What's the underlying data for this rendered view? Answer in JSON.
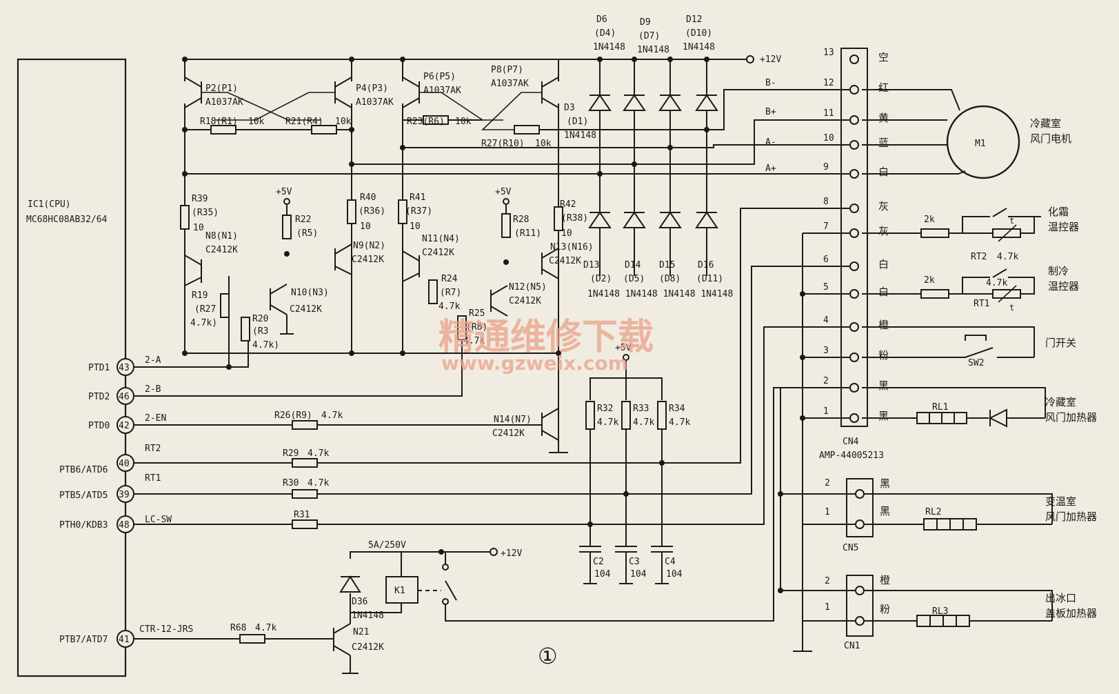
{
  "ic": {
    "ref": "IC1(CPU)",
    "part": "MC68HC08AB32/64"
  },
  "pins": [
    {
      "name": "PTD1",
      "num": "43",
      "net": "2-A"
    },
    {
      "name": "PTD2",
      "num": "46",
      "net": "2-B"
    },
    {
      "name": "PTD0",
      "num": "42",
      "net": "2-EN"
    },
    {
      "name": "PTB6/ATD6",
      "num": "40",
      "net": "RT2"
    },
    {
      "name": "PTB5/ATD5",
      "num": "39",
      "net": "RT1"
    },
    {
      "name": "PTH0/KDB3",
      "num": "48",
      "net": "LC-SW"
    },
    {
      "name": "PTB7/ATD7",
      "num": "41",
      "net": "CTR-12-JRS"
    }
  ],
  "power": {
    "v12": "+12V",
    "v5": "+5V"
  },
  "pnp": [
    {
      "ref": "P2(P1)",
      "part": "A1037AK"
    },
    {
      "ref": "P4(P3)",
      "part": "A1037AK"
    },
    {
      "ref": "P6(P5)",
      "part": "A1037AK"
    },
    {
      "ref": "P8(P7)",
      "part": "A1037AK"
    }
  ],
  "npn": [
    {
      "ref": "N8(N1)",
      "part": "C2412K"
    },
    {
      "ref": "N9(N2)",
      "part": "C2412K"
    },
    {
      "ref": "N10(N3)",
      "part": "C2412K"
    },
    {
      "ref": "N11(N4)",
      "part": "C2412K"
    },
    {
      "ref": "N12(N5)",
      "part": "C2412K"
    },
    {
      "ref": "N13(N16)",
      "part": "C2412K"
    },
    {
      "ref": "N14(N7)",
      "part": "C2412K"
    },
    {
      "ref": "N21",
      "part": "C2412K"
    }
  ],
  "resistors": {
    "r18": "R18(R1)",
    "r18v": "10k",
    "r21": "R21(R4)",
    "r21v": "10k",
    "r23": "R23(R6)",
    "r23v": "10k",
    "r27": "R27(R10)",
    "r27v": "10k",
    "r39": "R39",
    "r39b": "(R35)",
    "r39v": "10",
    "r19": "R19",
    "r19b": "(R27",
    "r19v": "4.7k)",
    "r20": "R20",
    "r20b": "(R3",
    "r20v": "4.7k)",
    "r22": "R22",
    "r22b": "(R5)",
    "r40": "R40",
    "r40b": "(R36)",
    "r40v": "10",
    "r41": "R41",
    "r41b": "(R37)",
    "r41v": "10",
    "r24": "R24",
    "r24b": "(R7)",
    "r24v": "4.7k",
    "r25": "R25",
    "r25b": "(R8)",
    "r25v": "4.7k",
    "r28": "R28",
    "r28b": "(R11)",
    "r42": "R42",
    "r42b": "(R38)",
    "r42v": "10",
    "r26": "R26(R9)",
    "r26v": "4.7k",
    "r29": "R29",
    "r29v": "4.7k",
    "r30": "R30",
    "r30v": "4.7k",
    "r31": "R31",
    "r68": "R68",
    "r68v": "4.7k",
    "r32": "R32",
    "r32v": "4.7k",
    "r33": "R33",
    "r33v": "4.7k",
    "r34": "R34",
    "r34v": "4.7k",
    "r2k": "2k"
  },
  "diodes": {
    "top": [
      {
        "ref": "D6",
        "alt": "(D4)",
        "part": "1N4148"
      },
      {
        "ref": "D9",
        "alt": "(D7)",
        "part": "1N4148"
      },
      {
        "ref": "D12",
        "alt": "(D10)",
        "part": "1N4148"
      }
    ],
    "bottom": [
      {
        "ref": "D13",
        "alt": "(D2)"
      },
      {
        "ref": "D14",
        "alt": "(D5)"
      },
      {
        "ref": "D15",
        "alt": "(D8)"
      },
      {
        "ref": "D16",
        "alt": "(D11)"
      }
    ],
    "bottom_part": "1N4148 1N4148 1N4148 1N4148",
    "d3": "D3",
    "d3b": "(D1)",
    "d3v": "1N4148",
    "d36": "D36",
    "d36v": "1N4148"
  },
  "caps": [
    {
      "ref": "C2",
      "val": "104"
    },
    {
      "ref": "C3",
      "val": "104"
    },
    {
      "ref": "C4",
      "val": "104"
    }
  ],
  "relay": {
    "ref": "K1",
    "rating": "5A/250V"
  },
  "motor": {
    "ref": "M1",
    "label1": "冷藏室",
    "label2": "风门电机"
  },
  "phases": [
    "B-",
    "B+",
    "A-",
    "A+"
  ],
  "cn4": {
    "ref": "CN4",
    "part": "AMP-44005213",
    "pins": [
      "13",
      "12",
      "11",
      "10",
      "9",
      "8",
      "7",
      "6",
      "5",
      "4",
      "3",
      "2",
      "1"
    ],
    "colors": [
      "空",
      "红",
      "黄",
      "蓝",
      "白",
      "灰",
      "灰",
      "白",
      "白",
      "橙",
      "粉",
      "黑",
      "黑"
    ]
  },
  "cn5": {
    "ref": "CN5",
    "pins": [
      "2",
      "1"
    ],
    "colors": [
      "黑",
      "黑"
    ]
  },
  "cn1": {
    "ref": "CN1",
    "pins": [
      "2",
      "1"
    ],
    "colors": [
      "橙",
      "粉"
    ]
  },
  "loads": {
    "defrost1": "化霜",
    "defrost2": "温控器",
    "rt2": "RT2",
    "rt2v": "4.7k",
    "cool1": "制冷",
    "cool2": "温控器",
    "rt1": "RT1",
    "rt1v": "4.7k",
    "t": "t",
    "door": "门开关",
    "sw2": "SW2",
    "rl1": "RL1",
    "rl1a": "冷藏室",
    "rl1b": "风门加热器",
    "rl2": "RL2",
    "rl2a": "变温室",
    "rl2b": "风门加热器",
    "rl3": "RL3",
    "rl3a": "出冰口",
    "rl3b": "盖板加热器"
  },
  "figure_no": "①",
  "watermark": {
    "line1": "精通维修下载",
    "line2": "www.gzweix.com"
  }
}
